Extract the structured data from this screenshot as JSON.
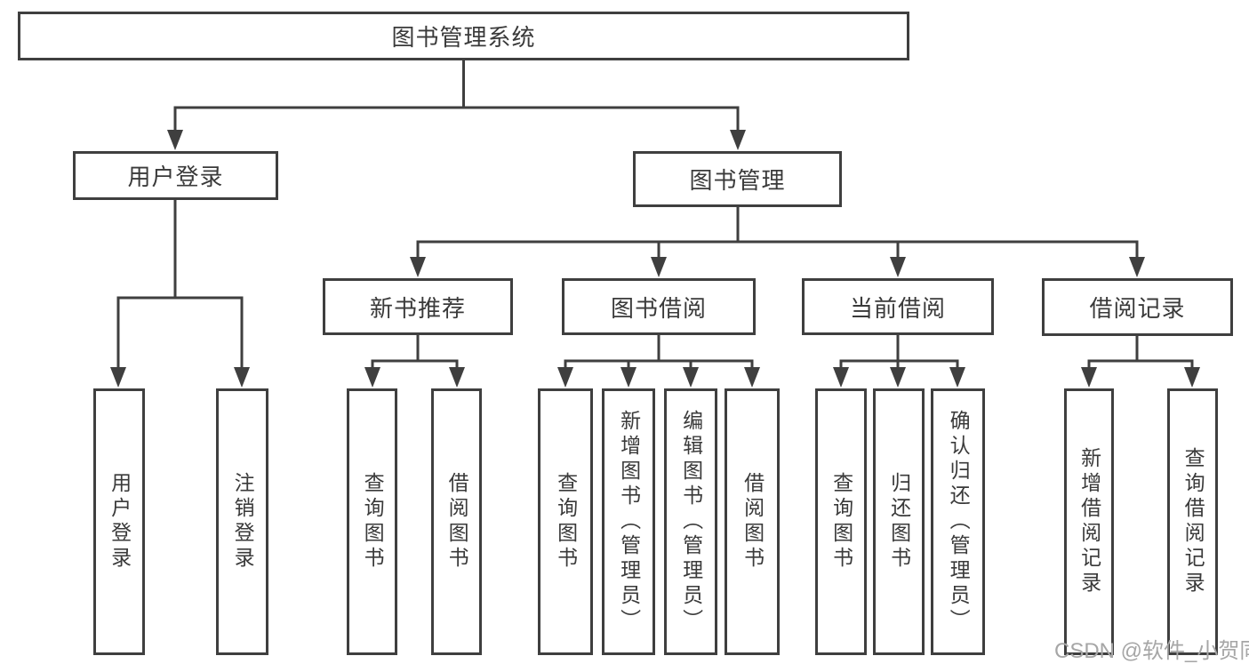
{
  "diagram": {
    "root": {
      "label": "图书管理系统"
    },
    "user_login": {
      "label": "用户登录",
      "children": [
        {
          "label": "用户登录"
        },
        {
          "label": "注销登录"
        }
      ]
    },
    "book_mgmt": {
      "label": "图书管理",
      "sections": {
        "new_book": {
          "label": "新书推荐",
          "children": [
            {
              "label": "查询图书"
            },
            {
              "label": "借阅图书"
            }
          ]
        },
        "book_borrow": {
          "label": "图书借阅",
          "children": [
            {
              "label": "查询图书"
            },
            {
              "label": "新增图书（管理员）"
            },
            {
              "label": "编辑图书（管理员）"
            },
            {
              "label": "借阅图书"
            }
          ]
        },
        "current_borrow": {
          "label": "当前借阅",
          "children": [
            {
              "label": "查询图书"
            },
            {
              "label": "归还图书"
            },
            {
              "label": "确认归还（管理员）"
            }
          ]
        },
        "borrow_records": {
          "label": "借阅记录",
          "children": [
            {
              "label": "新增借阅记录"
            },
            {
              "label": "查询借阅记录"
            }
          ]
        }
      }
    }
  },
  "watermark": {
    "text": "CSDN @软件_小贺同学"
  },
  "colors": {
    "line": "#3f3f3f",
    "text": "#3a3a3a",
    "box_background": "#ffffff",
    "page_background": "#ffffff",
    "watermark": "#a6a6a6"
  }
}
